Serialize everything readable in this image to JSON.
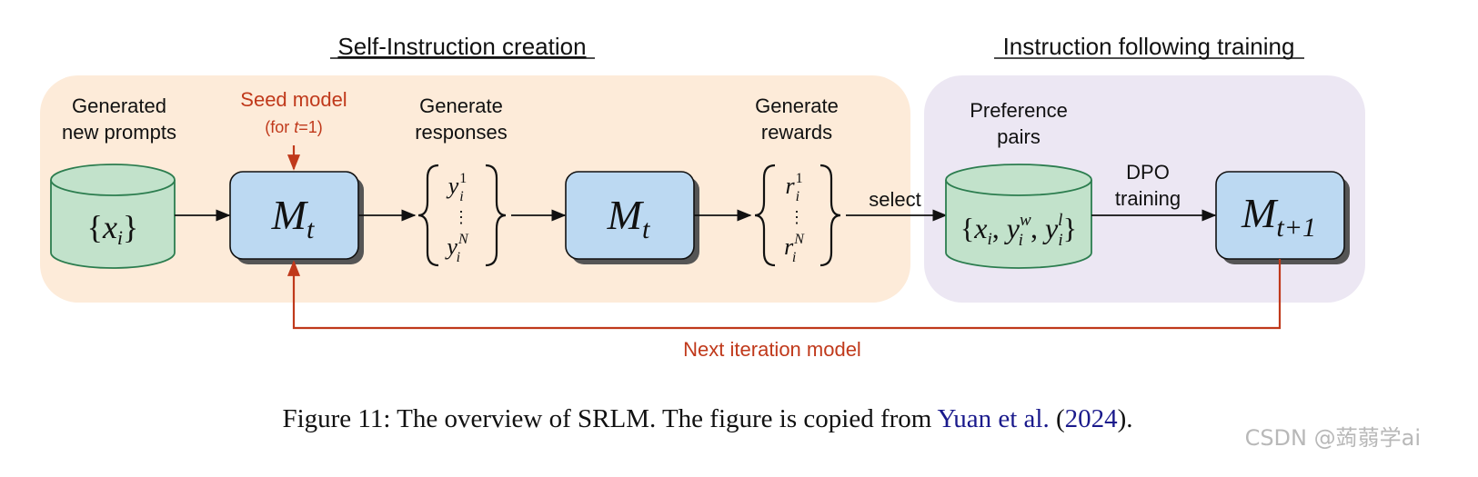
{
  "sections": {
    "left_title": "Self-Instruction creation",
    "right_title": "Instruction following training"
  },
  "labels": {
    "prompts_line1": "Generated",
    "prompts_line2": "new prompts",
    "seed_line1": "Seed model",
    "seed_line2_pre": "(for ",
    "seed_line2_var": "t",
    "seed_line2_post": "=1)",
    "responses_line1": "Generate",
    "responses_line2": "responses",
    "rewards_line1": "Generate",
    "rewards_line2": "rewards",
    "select": "select",
    "pairs_line1": "Preference",
    "pairs_line2": "pairs",
    "dpo_line1": "DPO",
    "dpo_line2": "training",
    "next_iteration": "Next iteration model"
  },
  "math": {
    "prompts_store": "{x_i}",
    "model_t_base": "M",
    "model_t_sub": "t",
    "responses_first": "y_i^1",
    "responses_dots": "⋮",
    "responses_last": "y_i^N",
    "rewards_first": "r_i^1",
    "rewards_dots": "⋮",
    "rewards_last": "r_i^N",
    "pairs_store": "{x_i, y_i^w, y_i^l}",
    "model_next_base": "M",
    "model_next_sub": "t+1"
  },
  "caption": {
    "text": "Figure 11: The overview of SRLM. The figure is copied from ",
    "cite_authors": "Yuan et al.",
    "cite_open": " (",
    "cite_year": "2024",
    "cite_close": ")."
  },
  "watermark": "CSDN @蒟蒻学ai",
  "colors": {
    "left_panel": "#fdebd9",
    "right_panel": "#ece7f3",
    "model_box": "#bcd9f2",
    "cylinder": "#c2e2cb",
    "cylinder_stroke": "#2c7d4f",
    "feedback_arrow": "#c0391b",
    "citation_link": "#1a1a8c"
  }
}
